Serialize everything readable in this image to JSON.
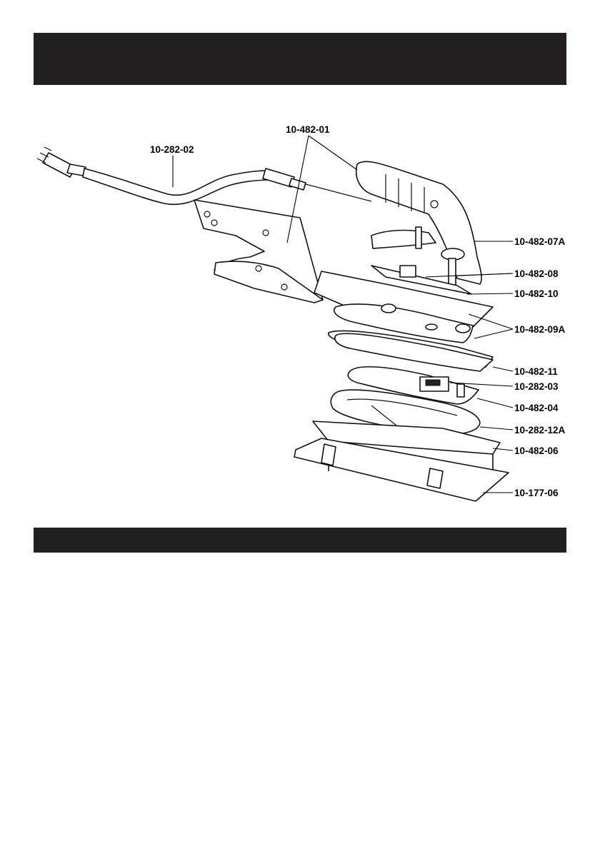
{
  "header": {
    "title": ""
  },
  "section": {
    "title": ""
  },
  "parts": {
    "cord": "10-282-02",
    "handle": "10-482-01",
    "thermostat_knob": "10-482-07A",
    "screws": "10-482-08",
    "bracket": "10-482-10",
    "insulation": "10-482-09A",
    "gasket": "10-482-11",
    "thermostat": "10-282-03",
    "pressure_plate": "10-482-04",
    "heating_element": "10-282-12A",
    "soleplate": "10-482-06",
    "shoe": "10-177-06"
  }
}
